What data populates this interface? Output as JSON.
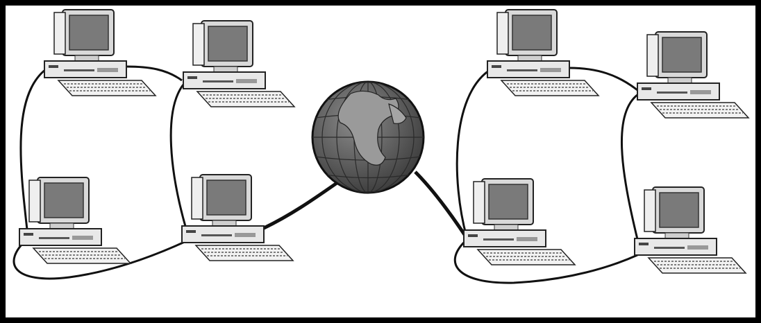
{
  "diagram": {
    "nodes": [
      {
        "id": "pc-left-1",
        "kind": "computer",
        "group": "left-network"
      },
      {
        "id": "pc-left-2",
        "kind": "computer",
        "group": "left-network"
      },
      {
        "id": "pc-left-3",
        "kind": "computer",
        "group": "left-network"
      },
      {
        "id": "pc-left-4",
        "kind": "computer",
        "group": "left-network"
      },
      {
        "id": "internet",
        "kind": "globe",
        "group": "center"
      },
      {
        "id": "pc-right-1",
        "kind": "computer",
        "group": "right-network"
      },
      {
        "id": "pc-right-2",
        "kind": "computer",
        "group": "right-network"
      },
      {
        "id": "pc-right-3",
        "kind": "computer",
        "group": "right-network"
      },
      {
        "id": "pc-right-4",
        "kind": "computer",
        "group": "right-network"
      }
    ],
    "links": [
      [
        "pc-left-1",
        "pc-left-2"
      ],
      [
        "pc-left-1",
        "pc-left-3"
      ],
      [
        "pc-left-2",
        "pc-left-4"
      ],
      [
        "pc-left-3",
        "pc-left-4"
      ],
      [
        "pc-left-4",
        "internet"
      ],
      [
        "internet",
        "pc-right-3"
      ],
      [
        "pc-right-1",
        "pc-right-2"
      ],
      [
        "pc-right-1",
        "pc-right-3"
      ],
      [
        "pc-right-2",
        "pc-right-4"
      ],
      [
        "pc-right-3",
        "pc-right-4"
      ]
    ],
    "colors": {
      "frame": "#000000",
      "monitor_body": "#e6e6e6",
      "screen": "#7a7a7a",
      "cable": "#111111",
      "globe": "#5e5e5e"
    }
  }
}
